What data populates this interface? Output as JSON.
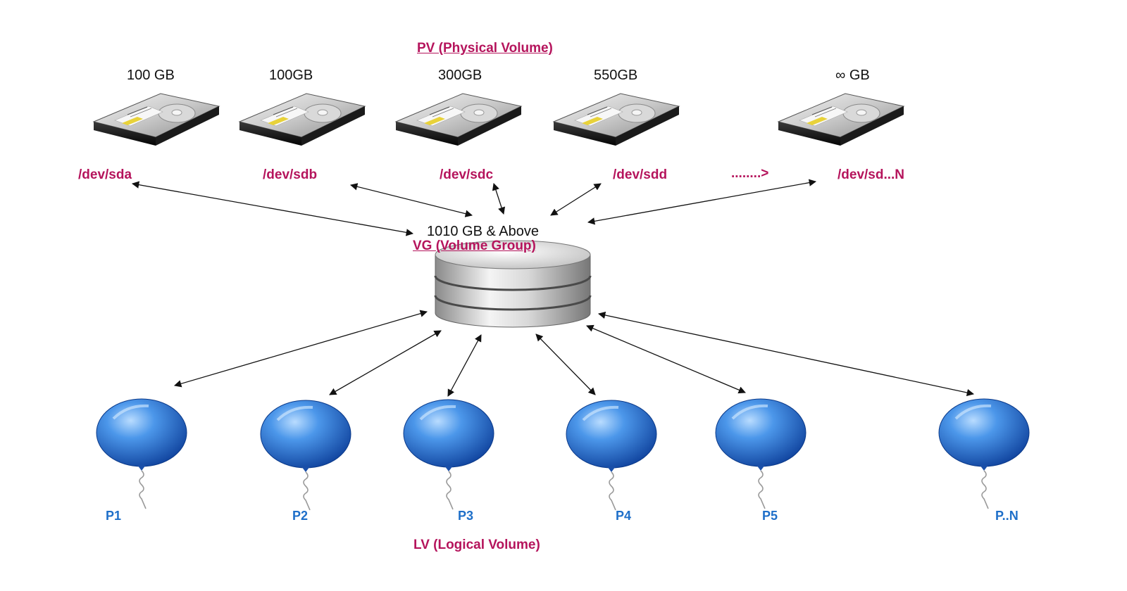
{
  "pv": {
    "title": "PV (Physical Volume)",
    "disks": [
      {
        "size": "100 GB",
        "device": "/dev/sda"
      },
      {
        "size": "100GB",
        "device": "/dev/sdb"
      },
      {
        "size": "300GB",
        "device": "/dev/sdc"
      },
      {
        "size": "550GB",
        "device": "/dev/sdd"
      },
      {
        "size": "∞ GB",
        "device": "/dev/sd...N"
      }
    ],
    "continuation": "........>"
  },
  "vg": {
    "capacity": "1010 GB  & Above",
    "title": "VG (Volume Group)"
  },
  "lv": {
    "title": "LV (Logical Volume)",
    "items": [
      "P1",
      "P2",
      "P3",
      "P4",
      "P5",
      "P..N"
    ]
  },
  "colors": {
    "label_accent": "#b5145c",
    "lv_label": "#1e6fc9",
    "balloon": "#2a78d8",
    "arrow": "#111111"
  }
}
